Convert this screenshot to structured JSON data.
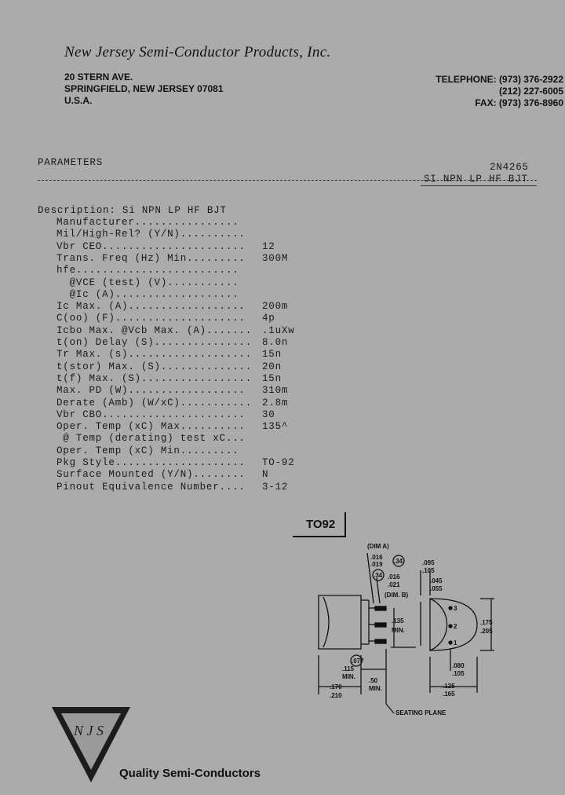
{
  "header": {
    "company": "New Jersey Semi-Conductor Products, Inc.",
    "address_lines": [
      "20 STERN AVE.",
      "SPRINGFIELD, NEW JERSEY 07081",
      "U.S.A."
    ],
    "contact_lines": [
      "TELEPHONE: (973) 376-2922",
      "(212) 227-6005",
      "FAX: (973) 376-8960"
    ]
  },
  "params_header": {
    "label": "PARAMETERS",
    "part": "2N4265",
    "summary": "SI NPN LP HF BJT"
  },
  "description": "Description: Si NPN LP HF BJT",
  "parameters": [
    {
      "label": "Manufacturer................",
      "value": ""
    },
    {
      "label": "Mil/High-Rel? (Y/N)..........",
      "value": ""
    },
    {
      "label": "Vbr CEO......................",
      "value": "12"
    },
    {
      "label": "Trans. Freq (Hz) Min.........",
      "value": "300M"
    },
    {
      "label": "hfe.........................",
      "value": ""
    },
    {
      "label": "  @VCE (test) (V)...........",
      "value": ""
    },
    {
      "label": "  @Ic (A)...................",
      "value": ""
    },
    {
      "label": "Ic Max. (A)..................",
      "value": "200m"
    },
    {
      "label": "C(oo) (F)....................",
      "value": "4p"
    },
    {
      "label": "Icbo Max. @Vcb Max. (A).......",
      "value": ".1uXw"
    },
    {
      "label": "t(on) Delay (S)...............",
      "value": "8.0n"
    },
    {
      "label": "Tr Max. (s)...................",
      "value": "15n"
    },
    {
      "label": "t(stor) Max. (S)..............",
      "value": "20n"
    },
    {
      "label": "t(f) Max. (S).................",
      "value": "15n"
    },
    {
      "label": "Max. PD (W)..................",
      "value": "310m"
    },
    {
      "label": "Derate (Amb) (W/xC)...........",
      "value": "2.8m"
    },
    {
      "label": "Vbr CBO......................",
      "value": "30"
    },
    {
      "label": "Oper. Temp (xC) Max..........",
      "value": "135^"
    },
    {
      "label": " @ Temp (derating) test xC...",
      "value": ""
    },
    {
      "label": "Oper. Temp (xC) Min.........",
      "value": ""
    },
    {
      "label": "Pkg Style....................",
      "value": "TO-92"
    },
    {
      "label": "Surface Mounted (Y/N)........",
      "value": "N"
    },
    {
      "label": "Pinout Equivalence Number....",
      "value": "3-12"
    }
  ],
  "package": {
    "title": "TO92",
    "dims": {
      "dim_a": "(DIM A)",
      "d1": ".016",
      "d2": ".019",
      "d3": ".34",
      "d4": ".016",
      "d5": ".021",
      "dim_b": "(DIM. B)",
      "d6": ".34",
      "d7": ".095",
      "d8": ".105",
      "d9": ".045",
      "d10": ".055",
      "d11": ".135",
      "d12": "MIN.",
      "d13": ".175",
      "d14": ".205",
      "d15": ".080",
      "d16": ".105",
      "d17": ".115",
      "d18": "MIN.",
      "d19": ".077",
      "d20": ".50",
      "d21": "MIN.",
      "d22": ".170",
      "d23": ".210",
      "d24": ".125",
      "d25": ".165",
      "seating": "SEATING PLANE",
      "p3": "3",
      "p2": "2",
      "p1": "1"
    }
  },
  "logo": {
    "letters": "N J S"
  },
  "tagline": "Quality Semi-Conductors"
}
